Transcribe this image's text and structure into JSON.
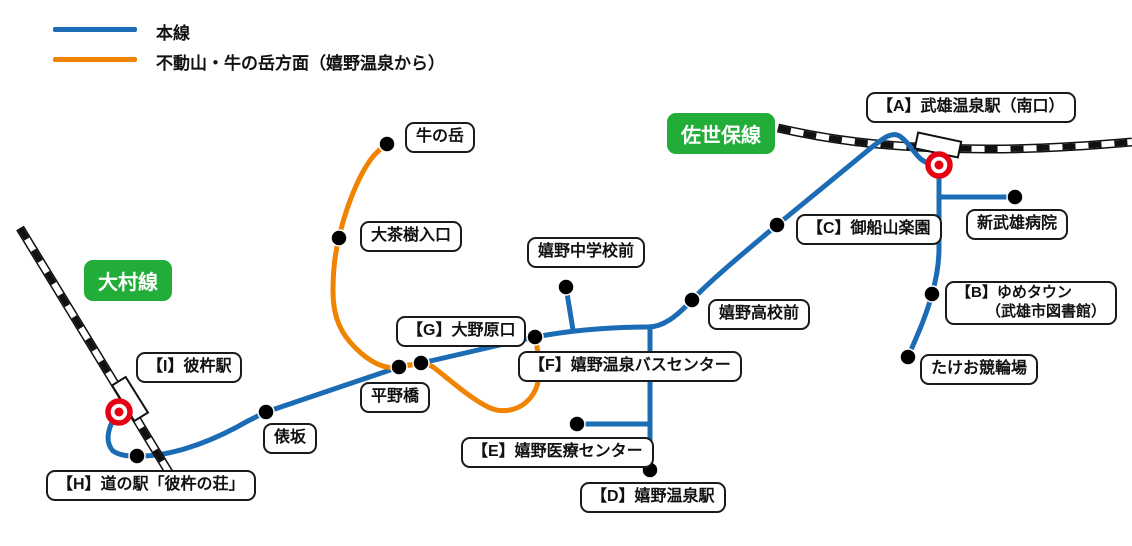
{
  "legend": {
    "items": [
      {
        "label": "本線",
        "color": "#1B6CB4"
      },
      {
        "label": "不動山・牛の岳方面（嬉野温泉から）",
        "color": "#F08300"
      }
    ]
  },
  "railways": [
    {
      "name": "佐世保線"
    },
    {
      "name": "大村線"
    }
  ],
  "stops": [
    {
      "id": "A",
      "label": "【A】武雄温泉駅（南口）"
    },
    {
      "id": "",
      "label": "新武雄病院"
    },
    {
      "id": "B",
      "label": "【B】ゆめタウン",
      "label2": "（武雄市図書館）"
    },
    {
      "id": "",
      "label": "たけお競輪場"
    },
    {
      "id": "C",
      "label": "【C】御船山楽園"
    },
    {
      "id": "",
      "label": "嬉野高校前"
    },
    {
      "id": "",
      "label": "嬉野中学校前"
    },
    {
      "id": "F",
      "label": "【F】嬉野温泉バスセンター"
    },
    {
      "id": "G",
      "label": "【G】大野原口"
    },
    {
      "id": "",
      "label": "平野橋"
    },
    {
      "id": "",
      "label": "俵坂"
    },
    {
      "id": "E",
      "label": "【E】嬉野医療センター"
    },
    {
      "id": "D",
      "label": "【D】嬉野温泉駅"
    },
    {
      "id": "H",
      "label": "【H】道の駅「彼杵の荘」"
    },
    {
      "id": "I",
      "label": "【I】彼杵駅"
    },
    {
      "id": "",
      "label": "大茶樹入口"
    },
    {
      "id": "",
      "label": "牛の岳"
    }
  ],
  "colors": {
    "main_line": "#1B6CB4",
    "branch_line": "#F08300",
    "railway_label_bg": "#22AC38",
    "station_marker_red": "#E60012",
    "stop_dot": "#000000"
  }
}
